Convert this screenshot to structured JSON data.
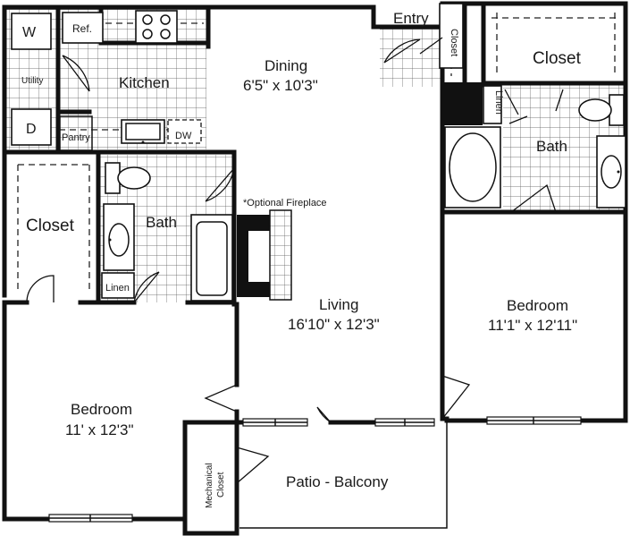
{
  "rooms": {
    "entry": "Entry",
    "closet_entry": "Closet",
    "closet_master": "Closet",
    "linen_master": "Linen",
    "bath_master": "Bath",
    "washer": "W",
    "refrigerator": "Ref.",
    "kitchen": "Kitchen",
    "utility": "Utility",
    "dryer": "D",
    "pantry": "Pantry",
    "dishwasher": "DW",
    "dining_name": "Dining",
    "dining_size": "6'5\" x 10'3\"",
    "closet_bed2": "Closet",
    "bath2": "Bath",
    "linen2": "Linen",
    "optional_fireplace": "*Optional Fireplace",
    "living_name": "Living",
    "living_size": "16'10\" x 12'3\"",
    "bedroom1_name": "Bedroom",
    "bedroom1_size": "11'1\" x 12'11\"",
    "bedroom2_name": "Bedroom",
    "bedroom2_size": "11' x 12'3\"",
    "mechanical_line1": "Mechanical",
    "mechanical_line2": "Closet",
    "patio": "Patio - Balcony"
  }
}
